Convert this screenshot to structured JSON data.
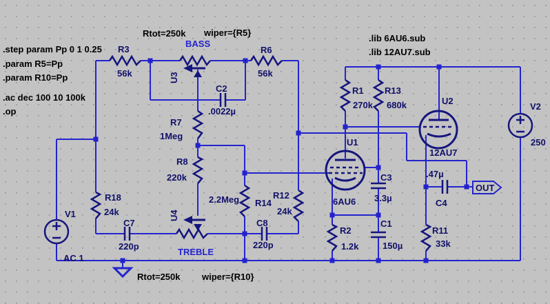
{
  "directives": {
    "step": ".step param Pp 0 1 0.25",
    "param_r5": ".param R5=Pp",
    "param_r10": ".param R10=Pp",
    "ac": ".ac dec 100 10 100k",
    "op": ".op",
    "lib_6au6": ".lib 6AU6.sub",
    "lib_12au7": ".lib 12AU7.sub"
  },
  "annotations": {
    "bass_rtot": "Rtot=250k",
    "bass_wiper": "wiper={R5}",
    "treble_rtot": "Rtot=250k",
    "treble_wiper": "wiper={R10}"
  },
  "components": {
    "r3": {
      "name": "R3",
      "value": "56k"
    },
    "r6": {
      "name": "R6",
      "value": "56k"
    },
    "u3": {
      "name": "U3",
      "label": "BASS"
    },
    "u4": {
      "name": "U4",
      "label": "TREBLE"
    },
    "c2": {
      "name": "C2",
      "value": ".0022µ"
    },
    "r7": {
      "name": "R7",
      "value": "1Meg"
    },
    "r8": {
      "name": "R8",
      "value": "220k"
    },
    "r18": {
      "name": "R18",
      "value": "24k"
    },
    "c7": {
      "name": "C7",
      "value": "220p"
    },
    "r14": {
      "name": "R14",
      "value": "2.2Meg"
    },
    "r12": {
      "name": "R12",
      "value": "24k"
    },
    "c8": {
      "name": "C8",
      "value": "220p"
    },
    "r1": {
      "name": "R1",
      "value": "270k"
    },
    "r13": {
      "name": "R13",
      "value": "680k"
    },
    "u1": {
      "name": "U1",
      "value": "6AU6"
    },
    "u2": {
      "name": "U2",
      "value": "12AU7"
    },
    "c3": {
      "name": "C3",
      "value": "3.3µ"
    },
    "c1": {
      "name": "C1",
      "value": "150µ"
    },
    "r2": {
      "name": "R2",
      "value": "1.2k"
    },
    "r11": {
      "name": "R11",
      "value": "33k"
    },
    "c4": {
      "name": "C4",
      "value": ".47µ"
    },
    "v1": {
      "name": "V1",
      "value": "AC 1"
    },
    "v2": {
      "name": "V2",
      "value": "250"
    }
  },
  "port": {
    "out": "OUT"
  },
  "colors": {
    "background": "#c3c3c3",
    "wire": "#2323ce",
    "symbol": "#15157e",
    "component_text": "#10106a",
    "directive_text": "#000000"
  }
}
